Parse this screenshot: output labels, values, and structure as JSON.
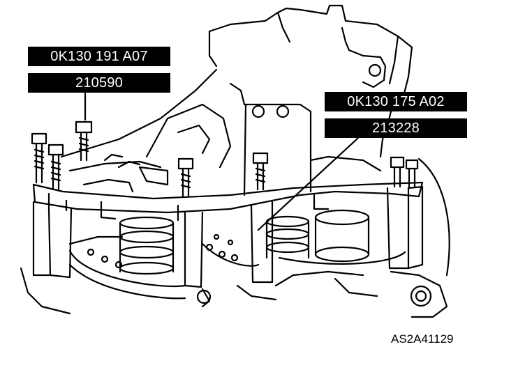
{
  "labels": {
    "left_part_number": "0K130 191 A07",
    "left_tool_code": "210590",
    "right_part_number": "0K130 175 A02",
    "right_tool_code": "213228"
  },
  "figure_id": "AS2A41129"
}
